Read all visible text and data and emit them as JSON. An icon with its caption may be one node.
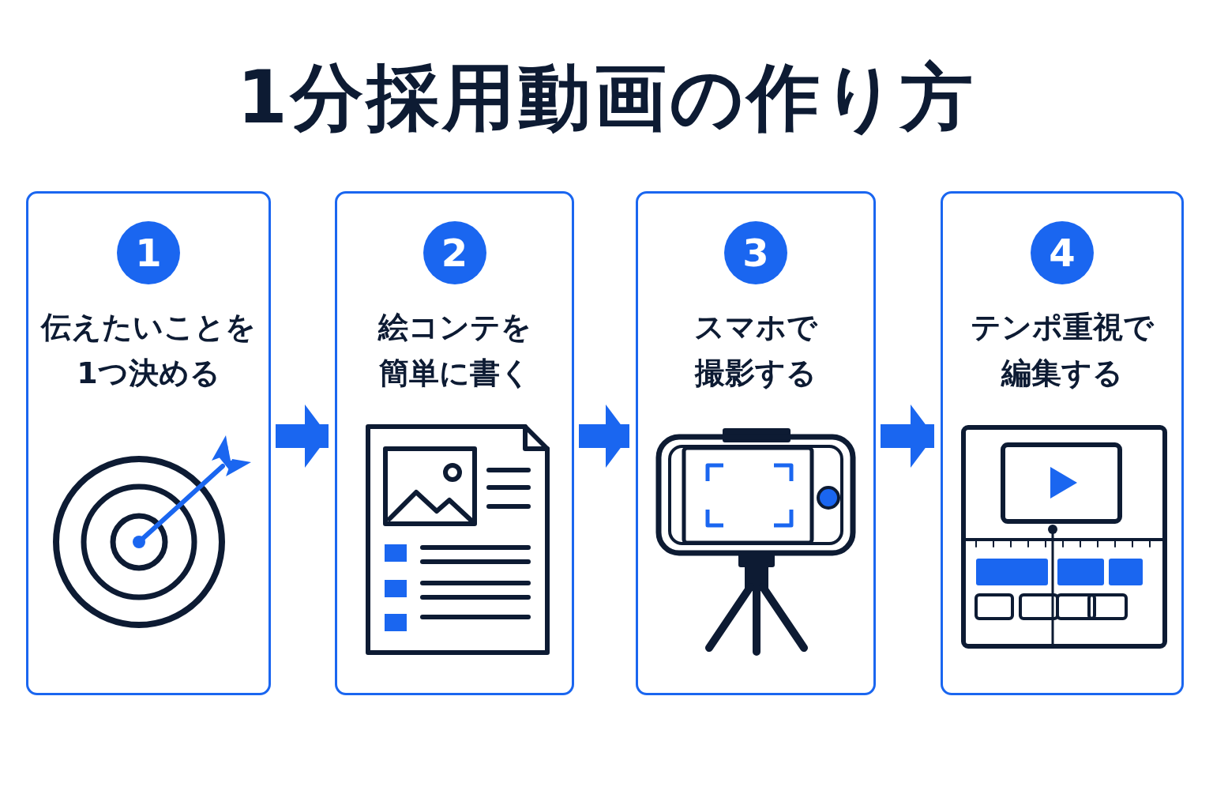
{
  "diagram": {
    "title": "1分採用動画の作り方",
    "nodes": [
      {
        "text": [
          "伝えたいことを1つ決める"
        ]
      },
      {
        "text": [
          "1"
        ],
        "in": 0
      },
      {
        "text": [
          "絵コンテを簡単に書く"
        ]
      },
      {
        "text": [
          "2"
        ],
        "in": 2
      },
      {
        "text": [
          "スマホで撮影する"
        ]
      },
      {
        "text": [
          "3"
        ],
        "in": 4
      },
      {
        "text": [
          "テンポ重視で編集する"
        ]
      },
      {
        "text": [
          "4"
        ],
        "in": 6
      }
    ],
    "edges": [
      {
        "from": 0,
        "to": 2,
        "arrow": "to"
      },
      {
        "from": 2,
        "to": 4,
        "arrow": "to"
      },
      {
        "from": 4,
        "to": 6,
        "arrow": "to"
      }
    ]
  }
}
